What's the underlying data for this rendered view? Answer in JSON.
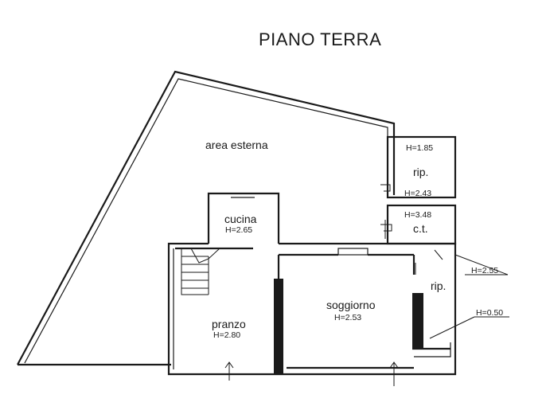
{
  "title": "PIANO TERRA",
  "rooms": {
    "area_esterna": "area esterna",
    "cucina": "cucina",
    "pranzo": "pranzo",
    "soggiorno": "soggiorno",
    "rip_top": "rip.",
    "ct": "c.t.",
    "rip_side": "rip."
  },
  "heights": {
    "rip_top_upper": "H=1.85",
    "rip_top_lower": "H=2.43",
    "ct": "H=3.48",
    "cucina": "H=2.65",
    "pranzo": "H=2.80",
    "soggiorno": "H=2.53",
    "rip_side": "H=2.55",
    "step": "H=0.50"
  },
  "colors": {
    "ink": "#1a1a1a",
    "paper": "#ffffff"
  }
}
